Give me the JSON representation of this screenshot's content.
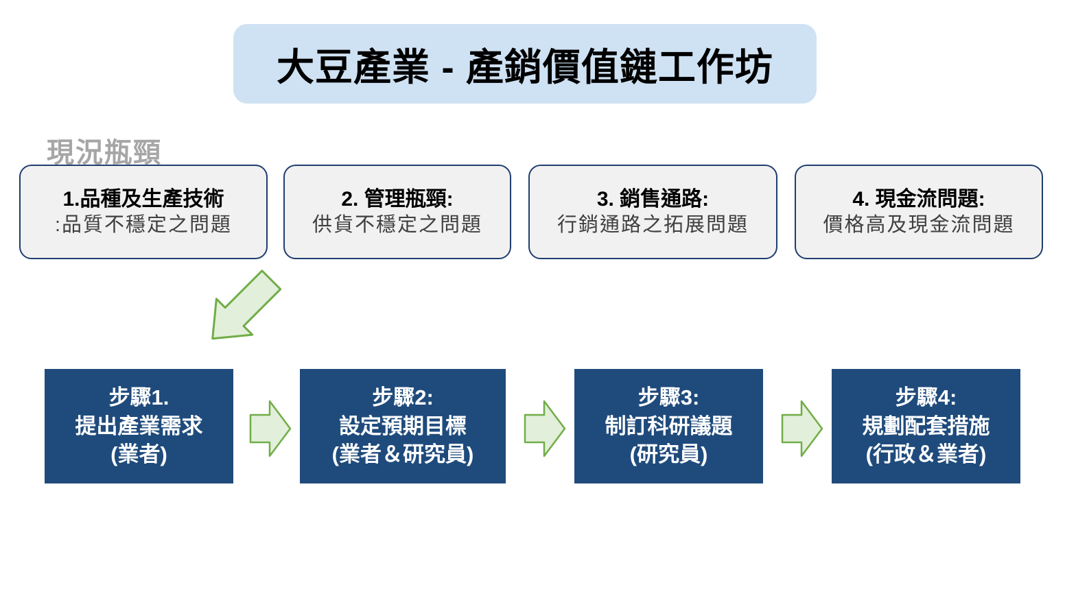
{
  "title": "大豆產業 - 產銷價值鏈工作坊",
  "section_label": "現況瓶頸",
  "bottlenecks": [
    {
      "heading": "1.品種及生產技術",
      "detail": ":品質不穩定之問題"
    },
    {
      "heading": "2. 管理瓶頸:",
      "detail": "供貨不穩定之問題"
    },
    {
      "heading": "3. 銷售通路:",
      "detail": "行銷通路之拓展問題"
    },
    {
      "heading": "4. 現金流問題:",
      "detail": "價格高及現金流問題"
    }
  ],
  "steps": [
    {
      "line1": "步驟1.",
      "line2": "提出產業需求",
      "line3": "(業者)"
    },
    {
      "line1": "步驟2:",
      "line2": "設定預期目標",
      "line3": "(業者＆研究員)"
    },
    {
      "line1": "步驟3:",
      "line2": "制訂科研議題",
      "line3": "(研究員)"
    },
    {
      "line1": "步驟4:",
      "line2": "規劃配套措施",
      "line3": "(行政＆業者)"
    }
  ],
  "icons": {
    "diagonal_arrow": "arrow-down-left-icon",
    "flow_arrow": "arrow-right-icon"
  },
  "colors": {
    "title_background": "#cfe2f3",
    "title_text": "#000000",
    "section_label_text": "#a6a6a6",
    "bottleneck_fill": "#f1f1f1",
    "bottleneck_border": "#1f3d6e",
    "bottleneck_detail_text": "#3f3f3f",
    "step_fill": "#1f4b7c",
    "step_text": "#ffffff",
    "arrow_fill": "#e2efda",
    "arrow_stroke": "#70ad47",
    "page_background": "#ffffff"
  }
}
